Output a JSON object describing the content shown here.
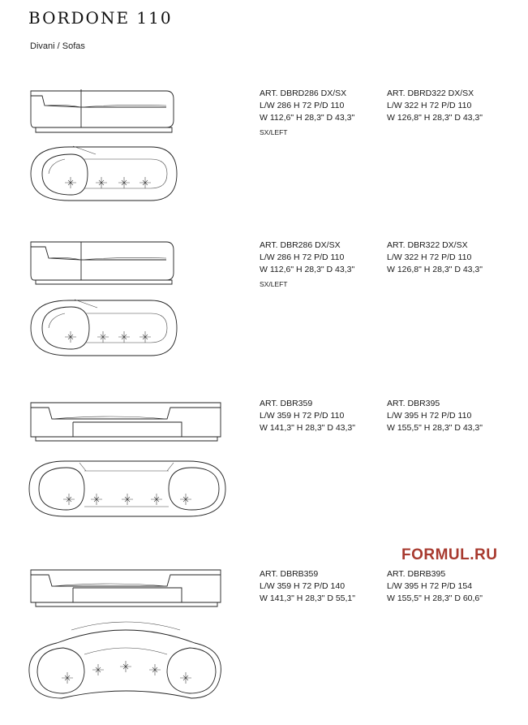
{
  "header": {
    "title": "BORDONE 110",
    "subtitle": "Divani / Sofas"
  },
  "watermark": "FORMUL.RU",
  "sections": [
    {
      "left": {
        "art": "ART. DBRD286 DX/SX",
        "size_cm": "L/W 286 H 72 P/D 110",
        "size_in": "W 112,6\" H 28,3\" D 43,3\"",
        "note": "SX/LEFT"
      },
      "right": {
        "art": "ART. DBRD322 DX/SX",
        "size_cm": "L/W 322 H 72 P/D 110",
        "size_in": "W 126,8\" H 28,3\" D 43,3\""
      }
    },
    {
      "left": {
        "art": "ART. DBR286 DX/SX",
        "size_cm": "L/W 286 H 72 P/D 110",
        "size_in": "W 112,6\" H 28,3\" D 43,3\"",
        "note": "SX/LEFT"
      },
      "right": {
        "art": "ART. DBR322 DX/SX",
        "size_cm": "L/W 322 H 72 P/D 110",
        "size_in": "W 126,8\" H 28,3\" D 43,3\""
      }
    },
    {
      "left": {
        "art": "ART. DBR359",
        "size_cm": "L/W 359 H 72 P/D 110",
        "size_in": "W 141,3\" H 28,3\" D 43,3\""
      },
      "right": {
        "art": "ART. DBR395",
        "size_cm": "L/W 395 H 72 P/D 110",
        "size_in": "W 155,5\" H 28,3\" D 43,3\""
      }
    },
    {
      "left": {
        "art": "ART. DBRB359",
        "size_cm": "L/W 359 H 72 P/D 140",
        "size_in": "W 141,3\" H 28,3\" D 55,1\""
      },
      "right": {
        "art": "ART. DBRB395",
        "size_cm": "L/W 395 H 72 P/D 154",
        "size_in": "W 155,5\" H 28,3\" D 60,6\""
      }
    }
  ]
}
